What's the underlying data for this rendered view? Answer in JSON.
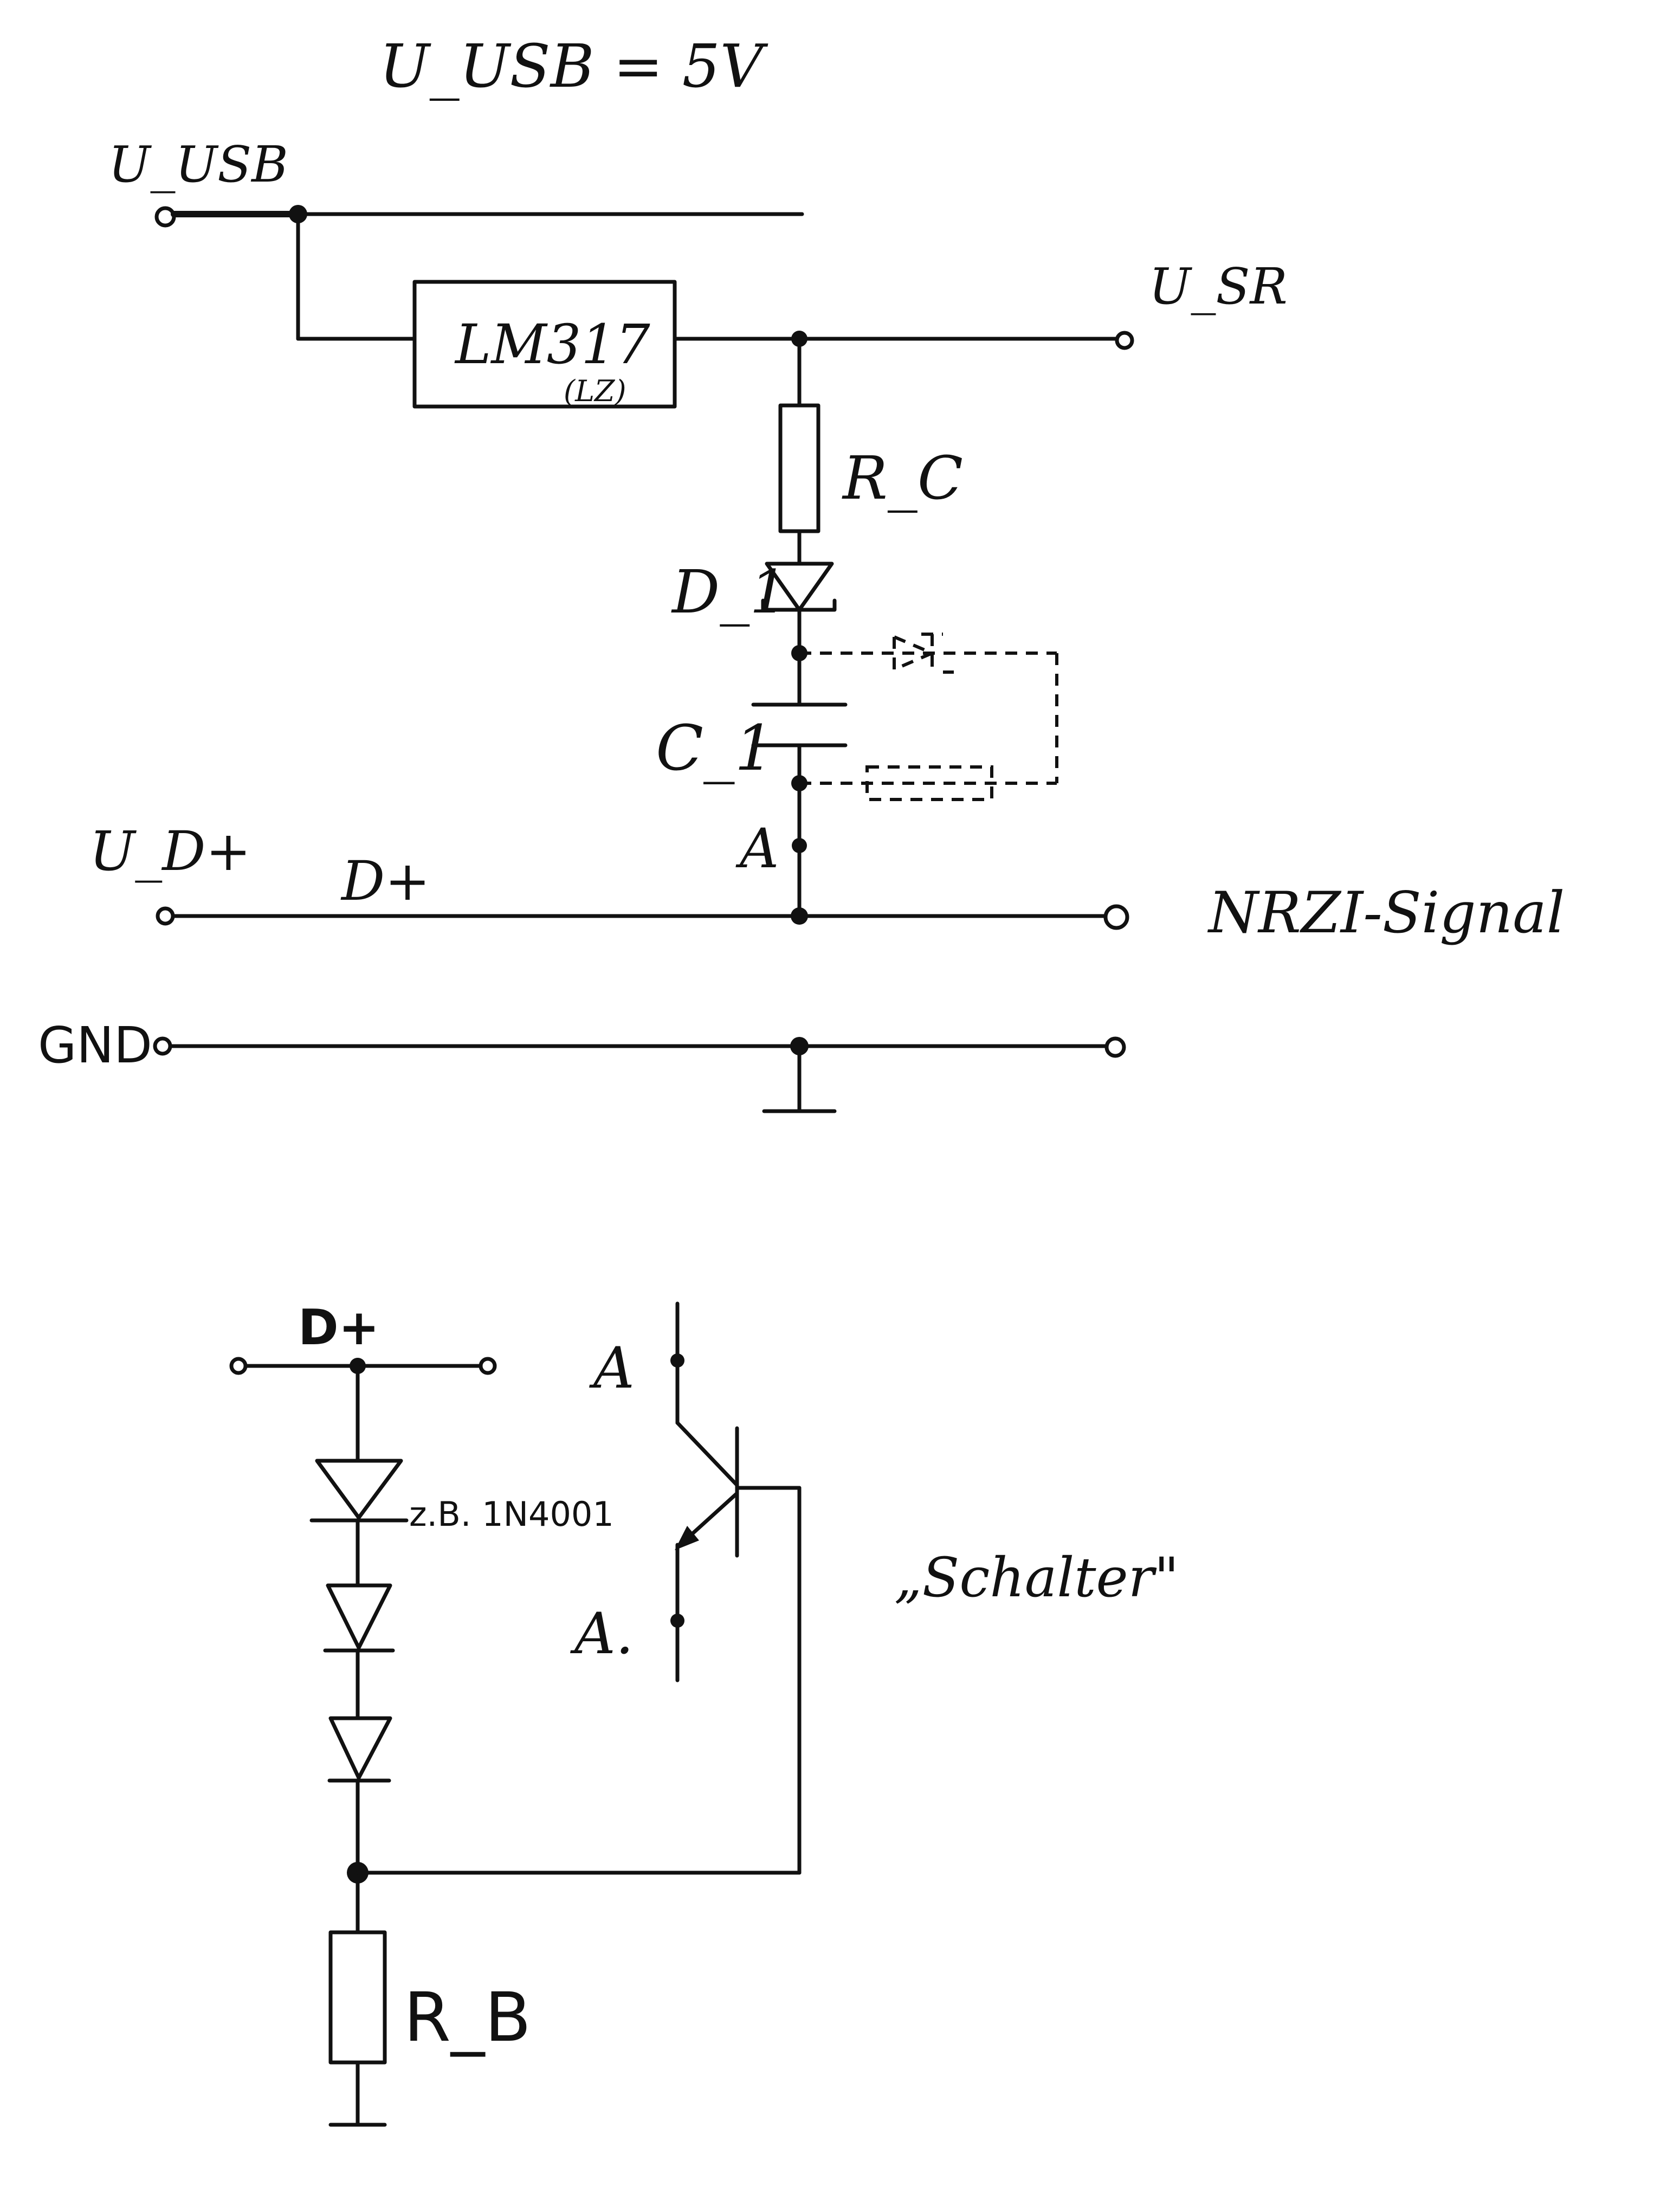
{
  "title": "U_USB = 5V",
  "labels": {
    "u_usb_terminal": "U_USB",
    "u_sr": "U_SR",
    "regulator": "LM317",
    "regulator_sub": "(LZ)",
    "rc": "R_C",
    "d1": "D_1",
    "c1": "C_1",
    "node_a": "A",
    "u_dplus": "U_D+",
    "dplus_line": "D+",
    "nrzi": "NRZI-Signal",
    "gnd": "GND",
    "dplus_bottom": "D+",
    "diode_type": "z.B. 1N4001",
    "transistor_a_top": "A",
    "transistor_a_bottom": "A.",
    "schalter": "„Schalter\"",
    "rb": "R_B"
  }
}
